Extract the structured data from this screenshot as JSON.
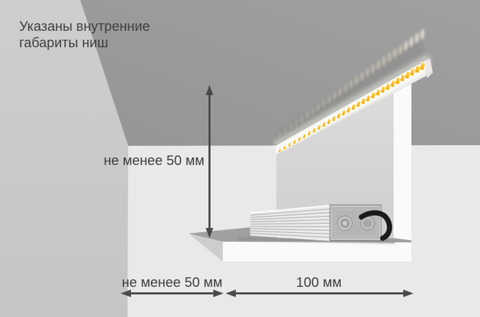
{
  "title": {
    "line1": "Указаны внутренние",
    "line2": "габариты ниш"
  },
  "labels": {
    "height_min": "не менее 50 мм",
    "setback_min": "не менее 50 мм",
    "depth": "100 мм"
  },
  "colors": {
    "background": "#e9e9e9",
    "left_wall_top": "#cecece",
    "left_wall_bottom": "#c5c5c5",
    "ceiling_top": "#a0a0a0",
    "ceiling_bottom": "#959595",
    "niche_wall_top": "#dcdcdc",
    "niche_wall_bottom": "#cfcfcf",
    "niche_wall_edge": "#fafafa",
    "shelf_top": "#a0a0a0",
    "shelf_bevel": "#cdcdcd",
    "shelf_front": "#fafafa",
    "driver_body": "#ececec",
    "driver_fin_line": "#c0c0c0",
    "driver_plate": "#b5b5b5",
    "cable": "#1a1a1a",
    "led_chip_light": "#ffd65c",
    "led_chip_dark": "#f3a800",
    "led_glow": "#d6d0ba",
    "led_glow_bright": "#eae6d8",
    "text": "#3e3e3e",
    "arrow": "#4a4a4a"
  },
  "led_strip": {
    "chip_count": 30,
    "glow_count": 27
  }
}
